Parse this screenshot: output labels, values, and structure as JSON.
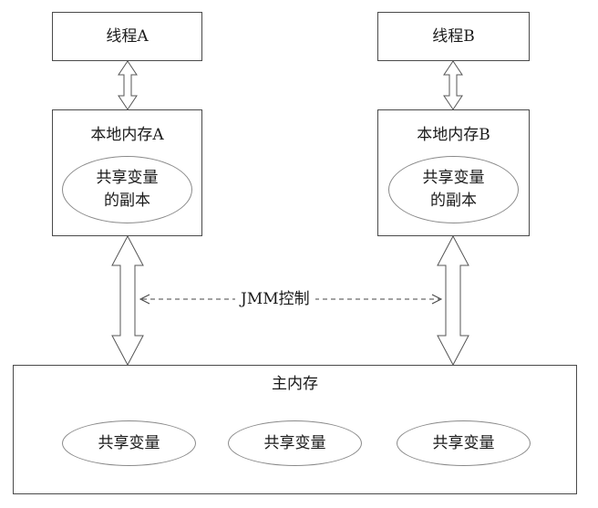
{
  "thread_a": {
    "label": "线程A"
  },
  "thread_b": {
    "label": "线程B"
  },
  "local_memory_a": {
    "label": "本地内存A",
    "copy_line1": "共享变量",
    "copy_line2": "的副本"
  },
  "local_memory_b": {
    "label": "本地内存B",
    "copy_line1": "共享变量",
    "copy_line2": "的副本"
  },
  "jmm_control": {
    "label": "JMM控制"
  },
  "main_memory": {
    "label": "主内存",
    "variables": [
      "共享变量",
      "共享变量",
      "共享变量"
    ]
  }
}
